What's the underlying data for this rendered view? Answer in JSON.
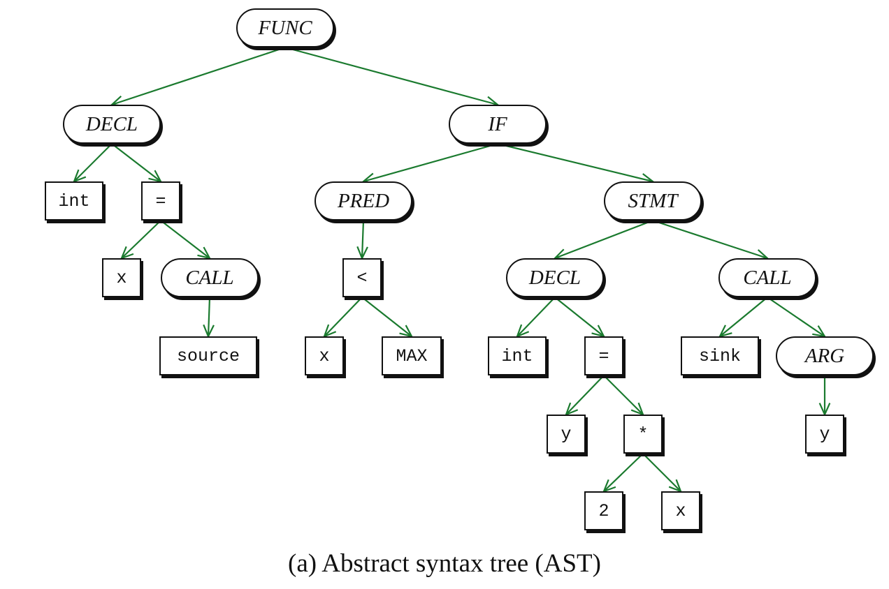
{
  "diagram": {
    "caption": "(a) Abstract syntax tree (AST)",
    "edge_color": "#1a7a2e",
    "nodes": [
      {
        "id": "func",
        "label": "FUNC",
        "kind": "ellipse"
      },
      {
        "id": "decl1",
        "label": "DECL",
        "kind": "ellipse"
      },
      {
        "id": "if",
        "label": "IF",
        "kind": "ellipse"
      },
      {
        "id": "int1",
        "label": "int",
        "kind": "box"
      },
      {
        "id": "eq1",
        "label": "=",
        "kind": "box"
      },
      {
        "id": "pred",
        "label": "PRED",
        "kind": "ellipse"
      },
      {
        "id": "stmt",
        "label": "STMT",
        "kind": "ellipse"
      },
      {
        "id": "x1",
        "label": "x",
        "kind": "box"
      },
      {
        "id": "call1",
        "label": "CALL",
        "kind": "ellipse"
      },
      {
        "id": "lt",
        "label": "<",
        "kind": "box"
      },
      {
        "id": "decl2",
        "label": "DECL",
        "kind": "ellipse"
      },
      {
        "id": "call2",
        "label": "CALL",
        "kind": "ellipse"
      },
      {
        "id": "source",
        "label": "source",
        "kind": "box"
      },
      {
        "id": "x2",
        "label": "x",
        "kind": "box"
      },
      {
        "id": "max",
        "label": "MAX",
        "kind": "box"
      },
      {
        "id": "int2",
        "label": "int",
        "kind": "box"
      },
      {
        "id": "eq2",
        "label": "=",
        "kind": "box"
      },
      {
        "id": "sink",
        "label": "sink",
        "kind": "box"
      },
      {
        "id": "arg",
        "label": "ARG",
        "kind": "ellipse"
      },
      {
        "id": "y1",
        "label": "y",
        "kind": "box"
      },
      {
        "id": "mul",
        "label": "*",
        "kind": "box"
      },
      {
        "id": "y2",
        "label": "y",
        "kind": "box"
      },
      {
        "id": "two",
        "label": "2",
        "kind": "box"
      },
      {
        "id": "x3",
        "label": "x",
        "kind": "box"
      }
    ],
    "edges": [
      [
        "func",
        "decl1"
      ],
      [
        "func",
        "if"
      ],
      [
        "decl1",
        "int1"
      ],
      [
        "decl1",
        "eq1"
      ],
      [
        "eq1",
        "x1"
      ],
      [
        "eq1",
        "call1"
      ],
      [
        "call1",
        "source"
      ],
      [
        "if",
        "pred"
      ],
      [
        "if",
        "stmt"
      ],
      [
        "pred",
        "lt"
      ],
      [
        "lt",
        "x2"
      ],
      [
        "lt",
        "max"
      ],
      [
        "stmt",
        "decl2"
      ],
      [
        "stmt",
        "call2"
      ],
      [
        "decl2",
        "int2"
      ],
      [
        "decl2",
        "eq2"
      ],
      [
        "eq2",
        "y1"
      ],
      [
        "eq2",
        "mul"
      ],
      [
        "mul",
        "two"
      ],
      [
        "mul",
        "x3"
      ],
      [
        "call2",
        "sink"
      ],
      [
        "call2",
        "arg"
      ],
      [
        "arg",
        "y2"
      ]
    ]
  }
}
